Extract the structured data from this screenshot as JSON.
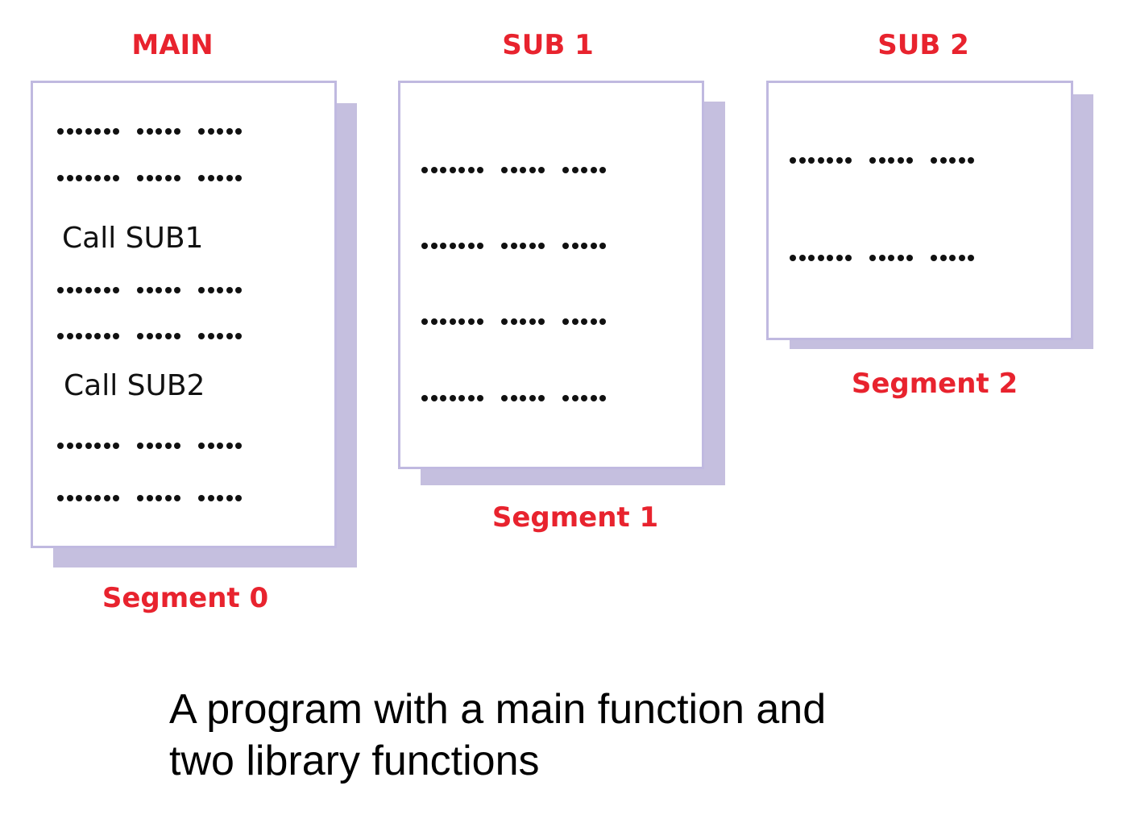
{
  "segments": [
    {
      "title": "MAIN",
      "label": "Segment 0",
      "lines": [
        "dots",
        "dots",
        "Call SUB1",
        "dots",
        "dots",
        "Call SUB2",
        "dots",
        "dots"
      ]
    },
    {
      "title": "SUB 1",
      "label": "Segment 1",
      "lines": [
        "dots",
        "dots",
        "dots",
        "dots"
      ]
    },
    {
      "title": "SUB 2",
      "label": "Segment 2",
      "lines": [
        "dots",
        "dots"
      ]
    }
  ],
  "calls": [
    "Call SUB1",
    "Call SUB2"
  ],
  "caption": {
    "line1": "A program with a main function and",
    "line2": "two library functions"
  },
  "colors": {
    "label": "#e8232e",
    "border": "#c0b9e0",
    "shadow": "#c5bfdf"
  }
}
